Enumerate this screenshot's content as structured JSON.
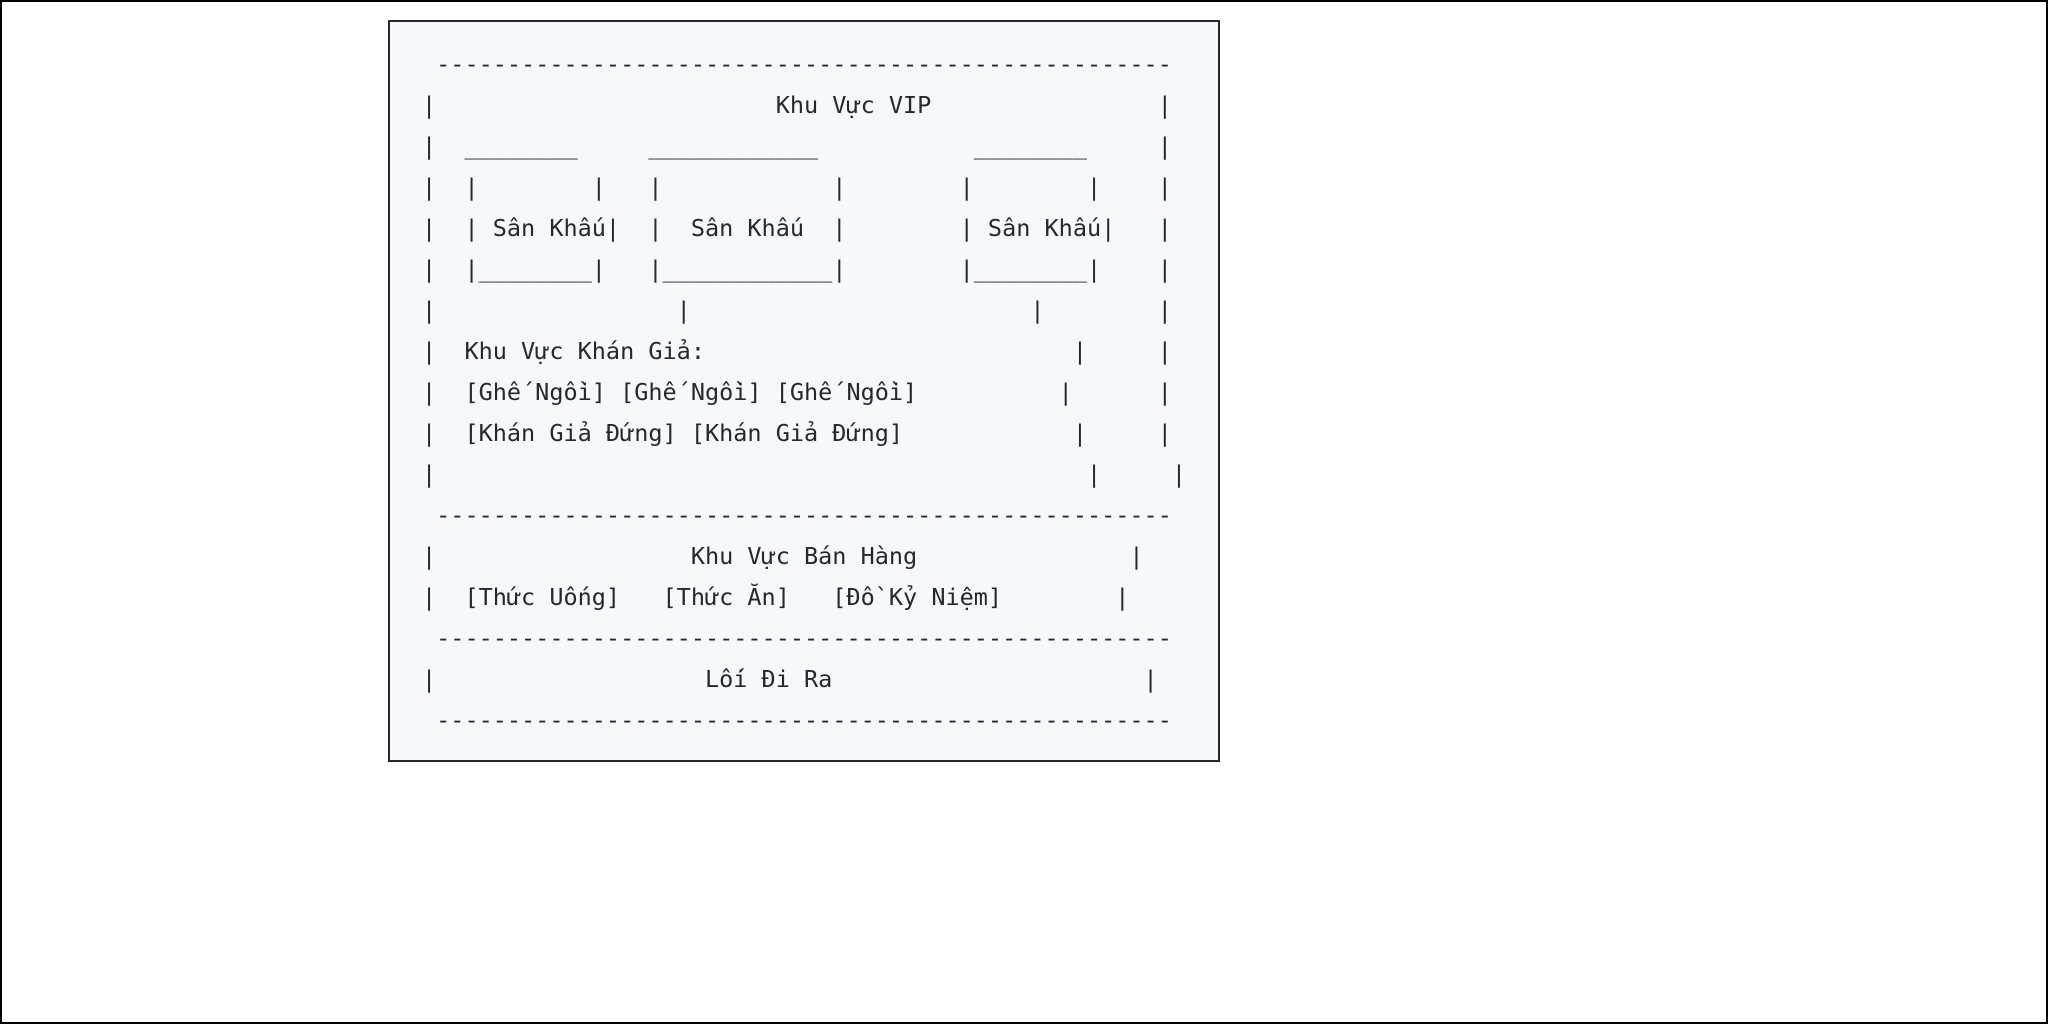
{
  "page": {
    "background_color": "#ffffff",
    "border_color": "#000000"
  },
  "code_panel": {
    "background_color": "#f6f8fa",
    "border_color": "#24292f",
    "text_color": "#24292f"
  },
  "venue_diagram": {
    "labels": {
      "vip_area": "Khu Vực VIP",
      "stage": "Sân Khấu",
      "audience_area": "Khu Vực Khán Giả:",
      "seat": "[Ghế Ngồi]",
      "standing_audience": "[Khán Giả Đứng]",
      "sales_area": "Khu Vực Bán Hàng",
      "drinks": "[Thức Uống]",
      "food": "[Thức Ăn]",
      "souvenirs": "[Đồ Kỷ Niệm]",
      "exit": "Lối Đi Ra"
    },
    "ascii_lines": [
      " ----------------------------------------------------",
      "|                        Khu Vực VIP                |",
      "|  ________     ____________           ________     |",
      "|  |        |   |            |        |        |    |",
      "|  | Sân Khấu|  |  Sân Khấu  |        | Sân Khấu|   |",
      "|  |________|   |____________|        |________|    |",
      "|                 |                        |        |",
      "|  Khu Vực Khán Giả:                          |     |",
      "|  [Ghế Ngồi] [Ghế Ngồi] [Ghế Ngồi]          |      |",
      "|  [Khán Giả Đứng] [Khán Giả Đứng]            |     |",
      "|                                              |     |",
      " ----------------------------------------------------",
      "|                  Khu Vực Bán Hàng               |",
      "|  [Thức Uống]   [Thức Ăn]   [Đồ Kỷ Niệm]        |",
      " ----------------------------------------------------",
      "|                   Lối Đi Ra                      |",
      " ----------------------------------------------------"
    ]
  }
}
